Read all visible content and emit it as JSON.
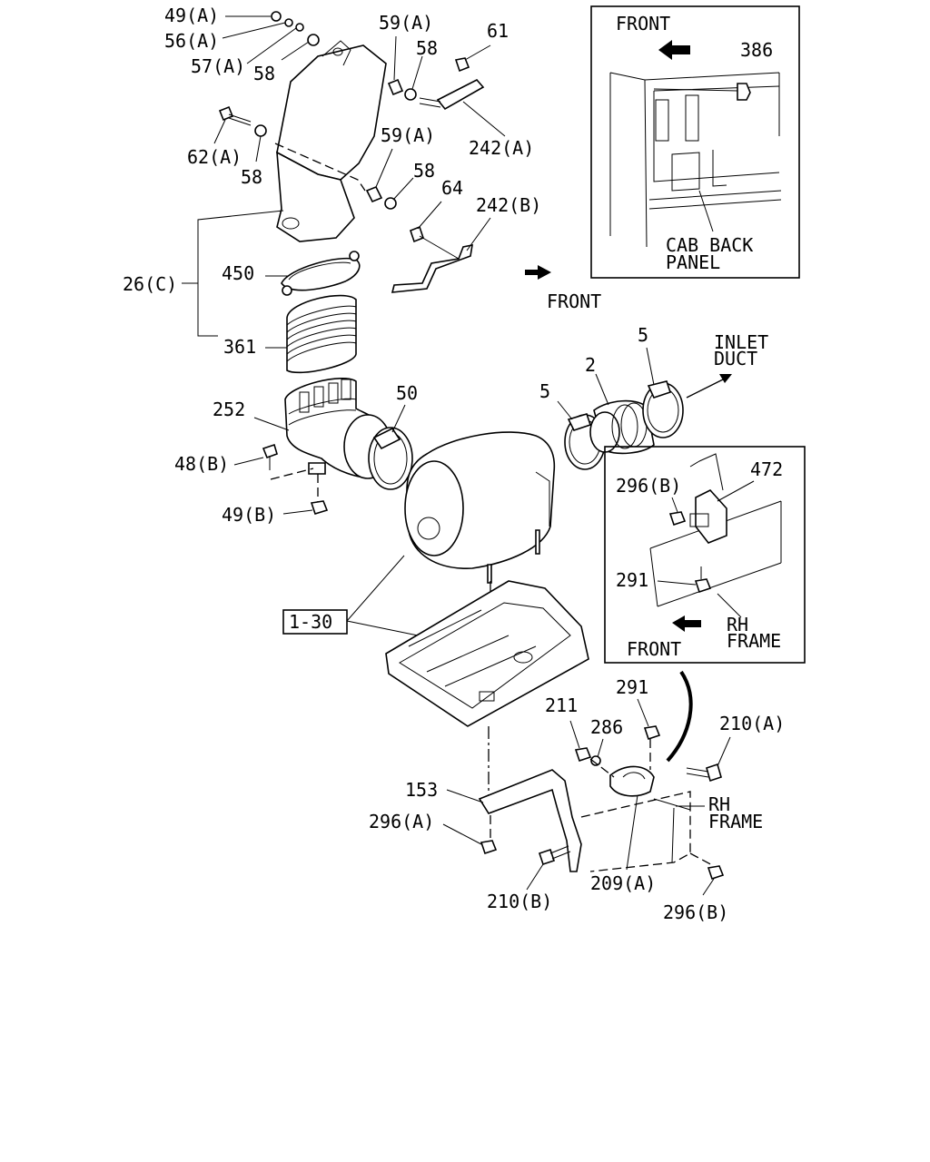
{
  "callouts": {
    "c49A": "49(A)",
    "c56A": "56(A)",
    "c57A": "57(A)",
    "c58a": "58",
    "c59Aa": "59(A)",
    "c58b": "58",
    "c61": "61",
    "c242A": "242(A)",
    "c62A": "62(A)",
    "c58c": "58",
    "c59Ab": "59(A)",
    "c58d": "58",
    "c64": "64",
    "c242B": "242(B)",
    "c26C": "26(C)",
    "c450": "450",
    "c361": "361",
    "c252": "252",
    "c50": "50",
    "c48B": "48(B)",
    "c49B": "49(B)",
    "c5a": "5",
    "c2": "2",
    "c5b": "5",
    "c296Ba": "296(B)",
    "c472": "472",
    "c291a": "291",
    "c130": "1-30",
    "c291b": "291",
    "c211": "211",
    "c286": "286",
    "c210A": "210(A)",
    "c153": "153",
    "c296A": "296(A)",
    "c209A": "209(A)",
    "c210B": "210(B)",
    "c296Bb": "296(B)",
    "c386": "386"
  },
  "notes": {
    "front_inset_top": "FRONT",
    "cab_back_line1": "CAB BACK",
    "cab_back_line2": "PANEL",
    "front_main": "FRONT",
    "inlet_line1": "INLET",
    "inlet_line2": "DUCT",
    "front_inset_right": "FRONT",
    "rh_frame_inset_line1": "RH",
    "rh_frame_inset_line2": "FRAME",
    "rh_frame_main_line1": "RH",
    "rh_frame_main_line2": "FRAME"
  }
}
